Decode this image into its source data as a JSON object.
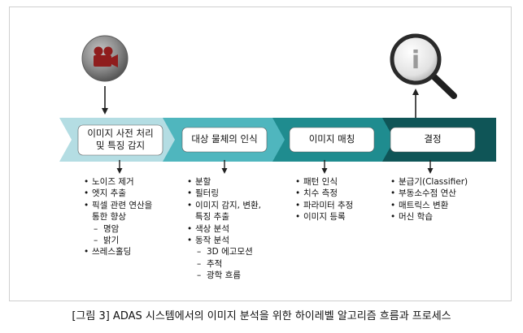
{
  "stages": [
    {
      "lines": [
        "이미지 사전 처리",
        "및 특징 감지"
      ],
      "items": [
        {
          "text": "노이즈 제거"
        },
        {
          "text": "엣지 추출"
        },
        {
          "text": "픽셀 관련 연산을",
          "cont": "통한 향상",
          "subs": [
            "명암",
            "밝기"
          ]
        },
        {
          "text": "쓰레스홀딩"
        }
      ]
    },
    {
      "lines": [
        "대상 물체의 인식"
      ],
      "items": [
        {
          "text": "분할"
        },
        {
          "text": "필터링"
        },
        {
          "text": "이미지 감지, 변환,",
          "cont": "특징 추출"
        },
        {
          "text": "색상 분석"
        },
        {
          "text": "동작 분석",
          "subs": [
            "3D 에고모션",
            "추적",
            "광학 흐름"
          ]
        }
      ]
    },
    {
      "lines": [
        "이미지 매칭"
      ],
      "items": [
        {
          "text": "패턴 인식"
        },
        {
          "text": "치수 측정"
        },
        {
          "text": "파라미터 추정"
        },
        {
          "text": "이미지 등록"
        }
      ]
    },
    {
      "lines": [
        "결정"
      ],
      "items": [
        {
          "text": "분급기(Classifier)"
        },
        {
          "text": "부동소수점 연산"
        },
        {
          "text": "매트릭스 변환"
        },
        {
          "text": "머신 학습"
        }
      ]
    }
  ],
  "bullet_glyph": "•",
  "dash_glyph": "–",
  "info_glyph": "i",
  "caption": "[그림 3] ADAS 시스템에서의 이미지 분석을 위한 하이레벨 알고리즘 흐름과 프로세스",
  "icons": {
    "camera": "movie-camera-icon",
    "search": "magnifier-info-icon"
  },
  "colors": {
    "stage1": "#b4dde3",
    "stage2": "#4fb6be",
    "stage3": "#1f8c8f",
    "stage4": "#0f5557",
    "camera_red": "#8f1d1d",
    "icon_gray": "#9a9a9a"
  }
}
